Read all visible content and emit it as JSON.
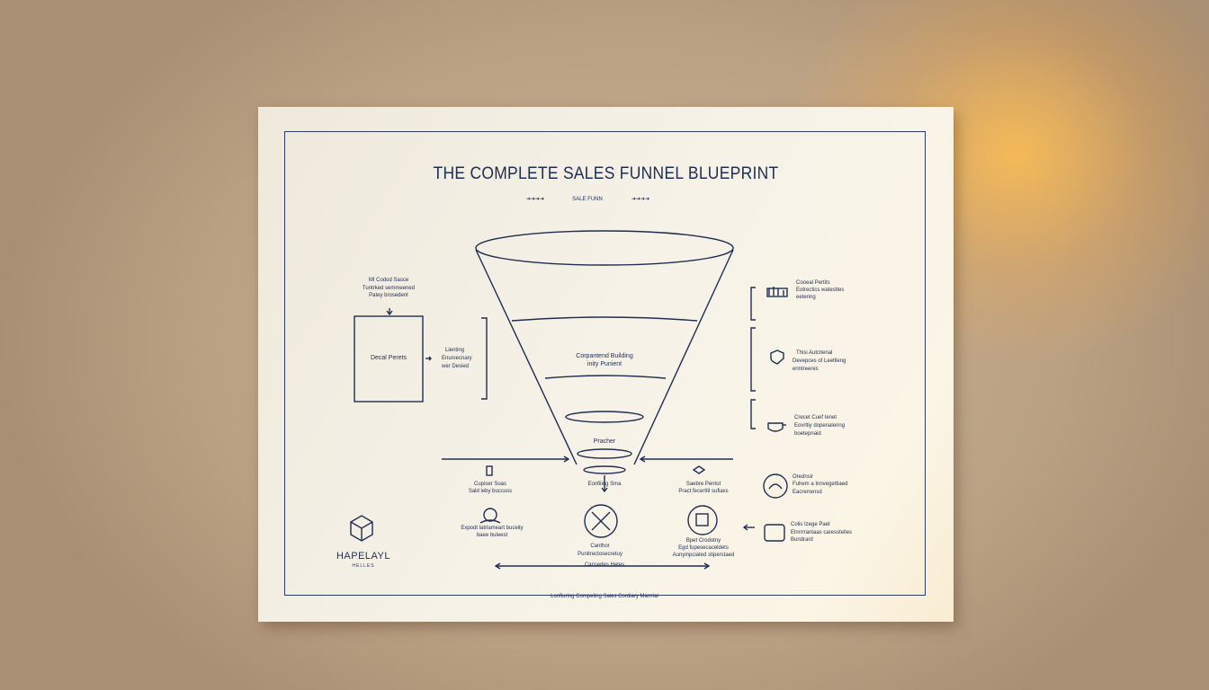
{
  "poster": {
    "title": "THE COMPLETE SALES FUNNEL BLUEPRINT",
    "subtitle": "SALE FUNN",
    "footer": "Lonfiuring Compeling Sales Cordiary Marrrial",
    "brand": {
      "name": "HAPELAYL",
      "tagline": "HELLES"
    }
  },
  "left": {
    "header": [
      "MI Codod Sasce",
      "Tuntrked semmeened",
      "Patey brosedent"
    ],
    "box_label": "Decal Perets",
    "side_note": [
      "Lienting",
      "Enurvecnary",
      "wer Desied"
    ]
  },
  "funnel": {
    "mid_label": [
      "Corpantend Building",
      "inity Punient"
    ],
    "bottom_label": "Pracher"
  },
  "right": {
    "items": [
      {
        "icon": "bottles-icon",
        "lines": [
          "Cooeal Pertits",
          "Eotrectics watesttes",
          "eetering"
        ]
      },
      {
        "icon": "shield-icon",
        "lines": [
          "Thisi Autcitenal",
          "Devepces of Leetlleng",
          "enntreeres"
        ]
      },
      {
        "icon": "cup-icon",
        "lines": [
          "Crecet Cuef Ienet",
          "Eovrltiy dopenalering",
          "boetepnaid"
        ]
      }
    ],
    "row1": [
      "Orednsir",
      "Fuhem a Innvegettiaed",
      "Eacrerrensd"
    ],
    "row2": [
      "Colis Izege Paet",
      "Elnrrrrantaas caresstelles",
      "Bundrard"
    ]
  },
  "bottom": {
    "left": [
      "Cupiser Soas",
      "Sald leby buccuss"
    ],
    "left_note": [
      "Expodt latrlameart buceity",
      "baee buleest"
    ],
    "center": "Eonfiiing Sma",
    "center_note": [
      "Canthor",
      "Punitrectosecretuy"
    ],
    "center_bottom": "Cansedes Hetes",
    "right": [
      "Saebre Pentot",
      "Pract fecertitl sufiaxs"
    ],
    "right_note": [
      "Bpet Crodotny",
      "Egd fupesecaceldets",
      "Aunyinpciated stiperstaed"
    ]
  },
  "colors": {
    "ink": "#1e2d52",
    "paper": "#f4efe3",
    "wall": "#bfa688",
    "light": "#ffbe50"
  }
}
